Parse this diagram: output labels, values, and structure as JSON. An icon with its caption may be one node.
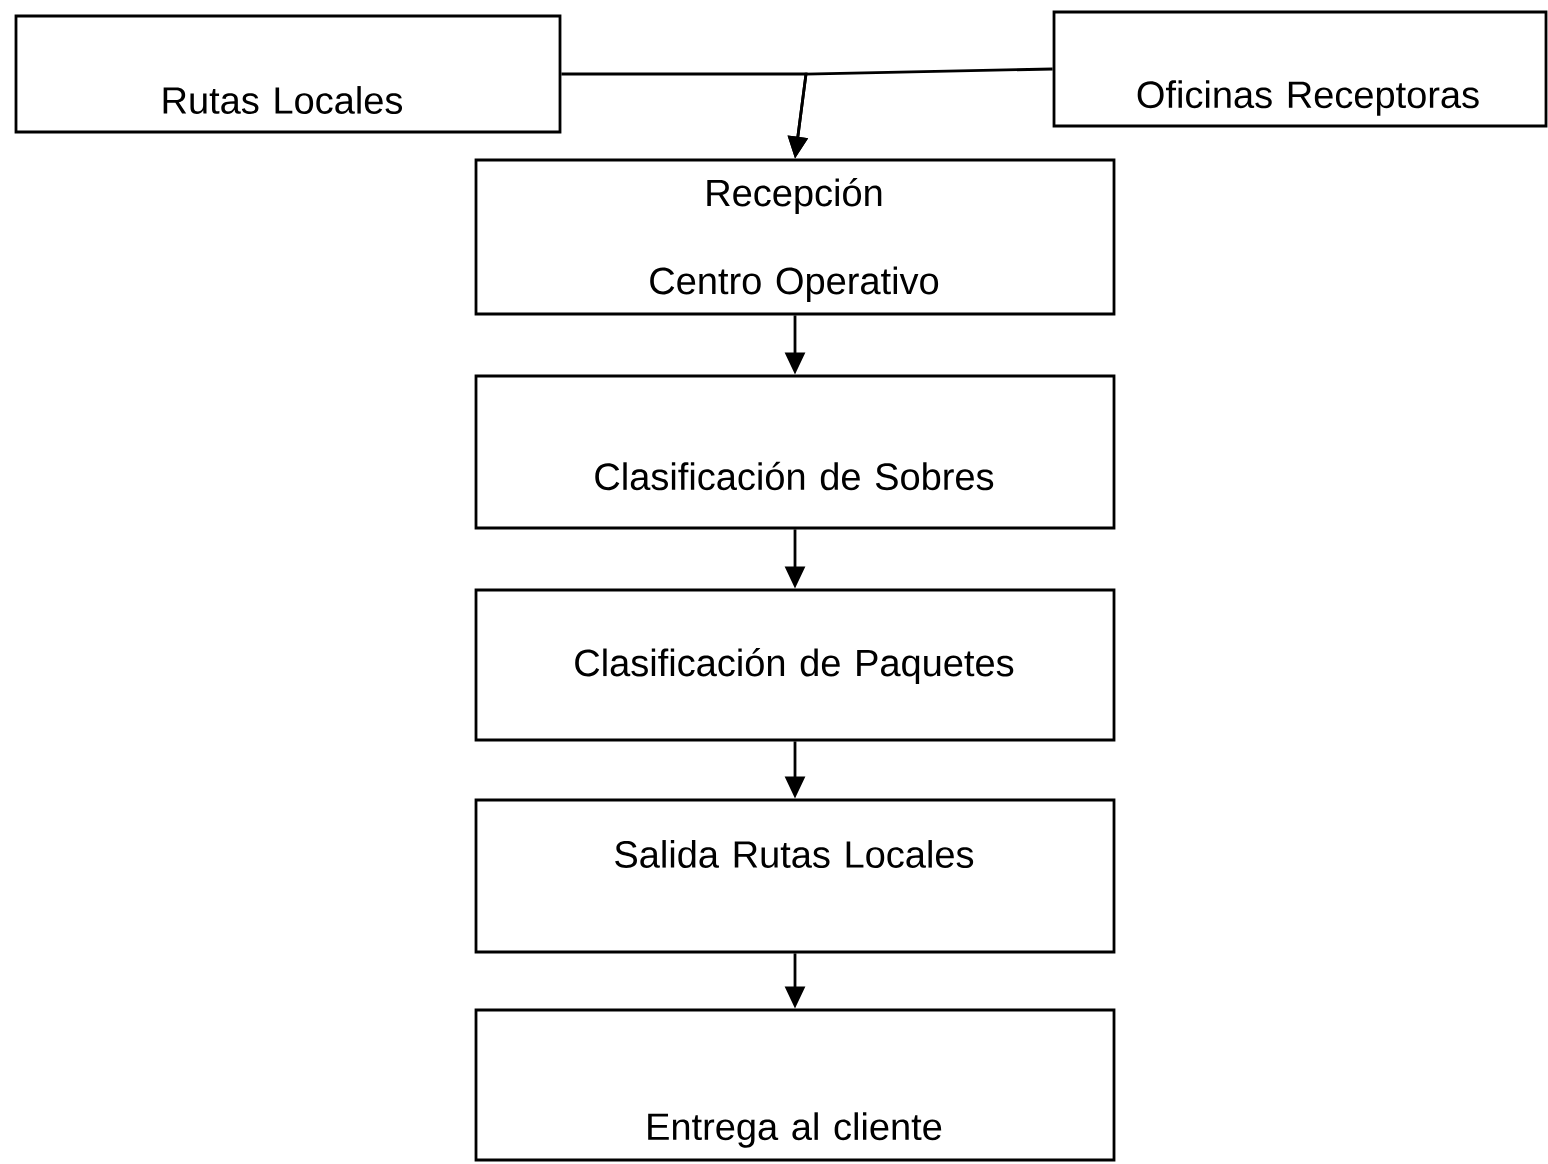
{
  "diagram": {
    "nodes": [
      {
        "text": [
          "Rutas Locales"
        ]
      },
      {
        "text": [
          "Oficinas Receptoras"
        ]
      },
      {
        "text": [
          "Recepción Centro Operativo"
        ]
      },
      {
        "text": [
          "Clasificación de Sobres"
        ]
      },
      {
        "text": [
          "Clasificación de Paquetes"
        ]
      },
      {
        "text": [
          "Salida Rutas Locales"
        ]
      },
      {
        "text": [
          "Entrega al cliente"
        ]
      }
    ],
    "edges": [
      {
        "from": 0,
        "to": 2,
        "arrow": "to"
      },
      {
        "from": 1,
        "to": 2,
        "arrow": "to"
      },
      {
        "from": 2,
        "to": 3,
        "arrow": "to"
      },
      {
        "from": 3,
        "to": 4,
        "arrow": "to"
      },
      {
        "from": 4,
        "to": 5,
        "arrow": "to"
      },
      {
        "from": 5,
        "to": 6,
        "arrow": "to"
      }
    ]
  }
}
